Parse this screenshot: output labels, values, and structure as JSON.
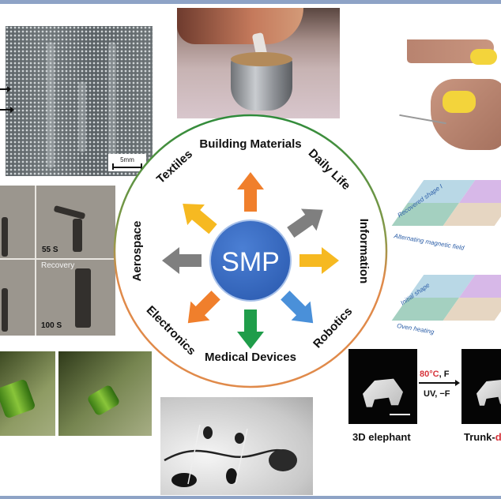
{
  "figure": {
    "center_label": "SMP",
    "center_color": "#3f6fc4",
    "ring_colors": [
      "#2e8b3a",
      "#e08a4a"
    ],
    "applications": [
      {
        "label": "Building Materials",
        "arrow_color": "#f07f2c"
      },
      {
        "label": "Daily Life",
        "arrow_color": "#7f7f7f"
      },
      {
        "label": "Information",
        "arrow_color": "#f6b921"
      },
      {
        "label": "Robotics",
        "arrow_color": "#4a90d9"
      },
      {
        "label": "Medical Devices",
        "arrow_color": "#1f9d4a"
      },
      {
        "label": "Electronics",
        "arrow_color": "#f07f2c"
      },
      {
        "label": "Aerospace",
        "arrow_color": "#7f7f7f"
      },
      {
        "label": "Textiles",
        "arrow_color": "#f6b921"
      }
    ]
  },
  "panels": {
    "textile": {
      "scale_bar": "5mm"
    },
    "robot": {
      "time_1": "55 S",
      "recovery": "Recovery",
      "time_2": "100 S"
    },
    "information": {
      "top_label": "Recovered shape I",
      "top_sub": "Alternating magnetic field",
      "bottom_label": "Initial shape",
      "bottom_sub": "Oven heating"
    },
    "elephant": {
      "condition_forward_temp": "80°C",
      "condition_forward_rest": ", F",
      "condition_reverse": "UV, −F",
      "caption_left": "3D elephant",
      "caption_right_prefix": "Trunk-",
      "caption_right_suffix": "d"
    }
  }
}
